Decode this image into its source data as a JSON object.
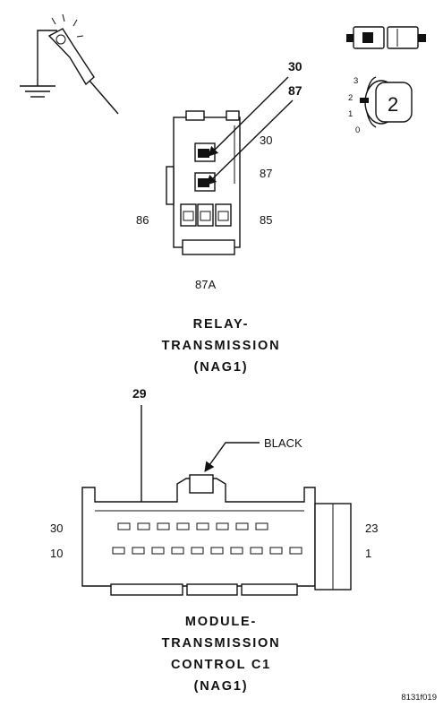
{
  "relay": {
    "callouts": [
      "30",
      "87"
    ],
    "pins": {
      "p30": "30",
      "p87": "87",
      "p86": "86",
      "p85": "85",
      "p87a": "87A"
    },
    "title": [
      "RELAY-",
      "TRANSMISSION",
      "(NAG1)"
    ]
  },
  "module": {
    "callout": "29",
    "color_label": "BLACK",
    "pins": {
      "top_left": "30",
      "bottom_left": "10",
      "top_right": "23",
      "bottom_right": "1"
    },
    "title": [
      "MODULE-",
      "TRANSMISSION",
      "CONTROL C1",
      "(NAG1)"
    ]
  },
  "legend": {
    "key_marks": [
      "3",
      "2",
      "1",
      "0"
    ],
    "key_number": "2"
  },
  "figure_id": "8131f019"
}
